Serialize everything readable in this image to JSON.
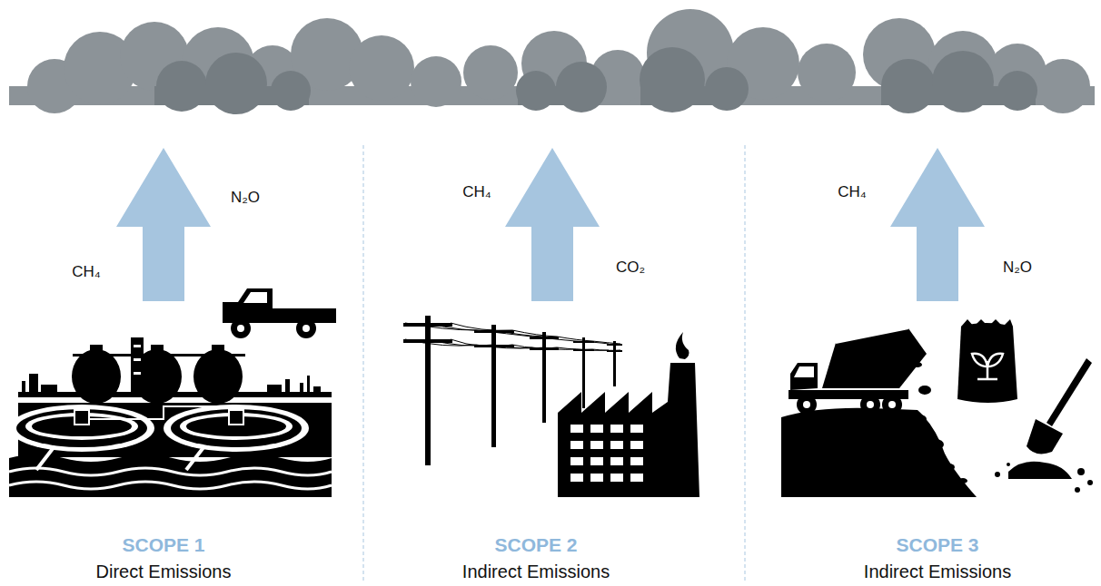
{
  "diagram": {
    "labels": [
      "N₂O",
      "CH₄",
      "CH₄",
      "CO₂",
      "CH₄",
      "N₂O",
      "SCOPE 1",
      "Direct Emissions",
      "SCOPE 2",
      "Indirect Emissions",
      "SCOPE 3",
      "Indirect Emissions"
    ]
  }
}
